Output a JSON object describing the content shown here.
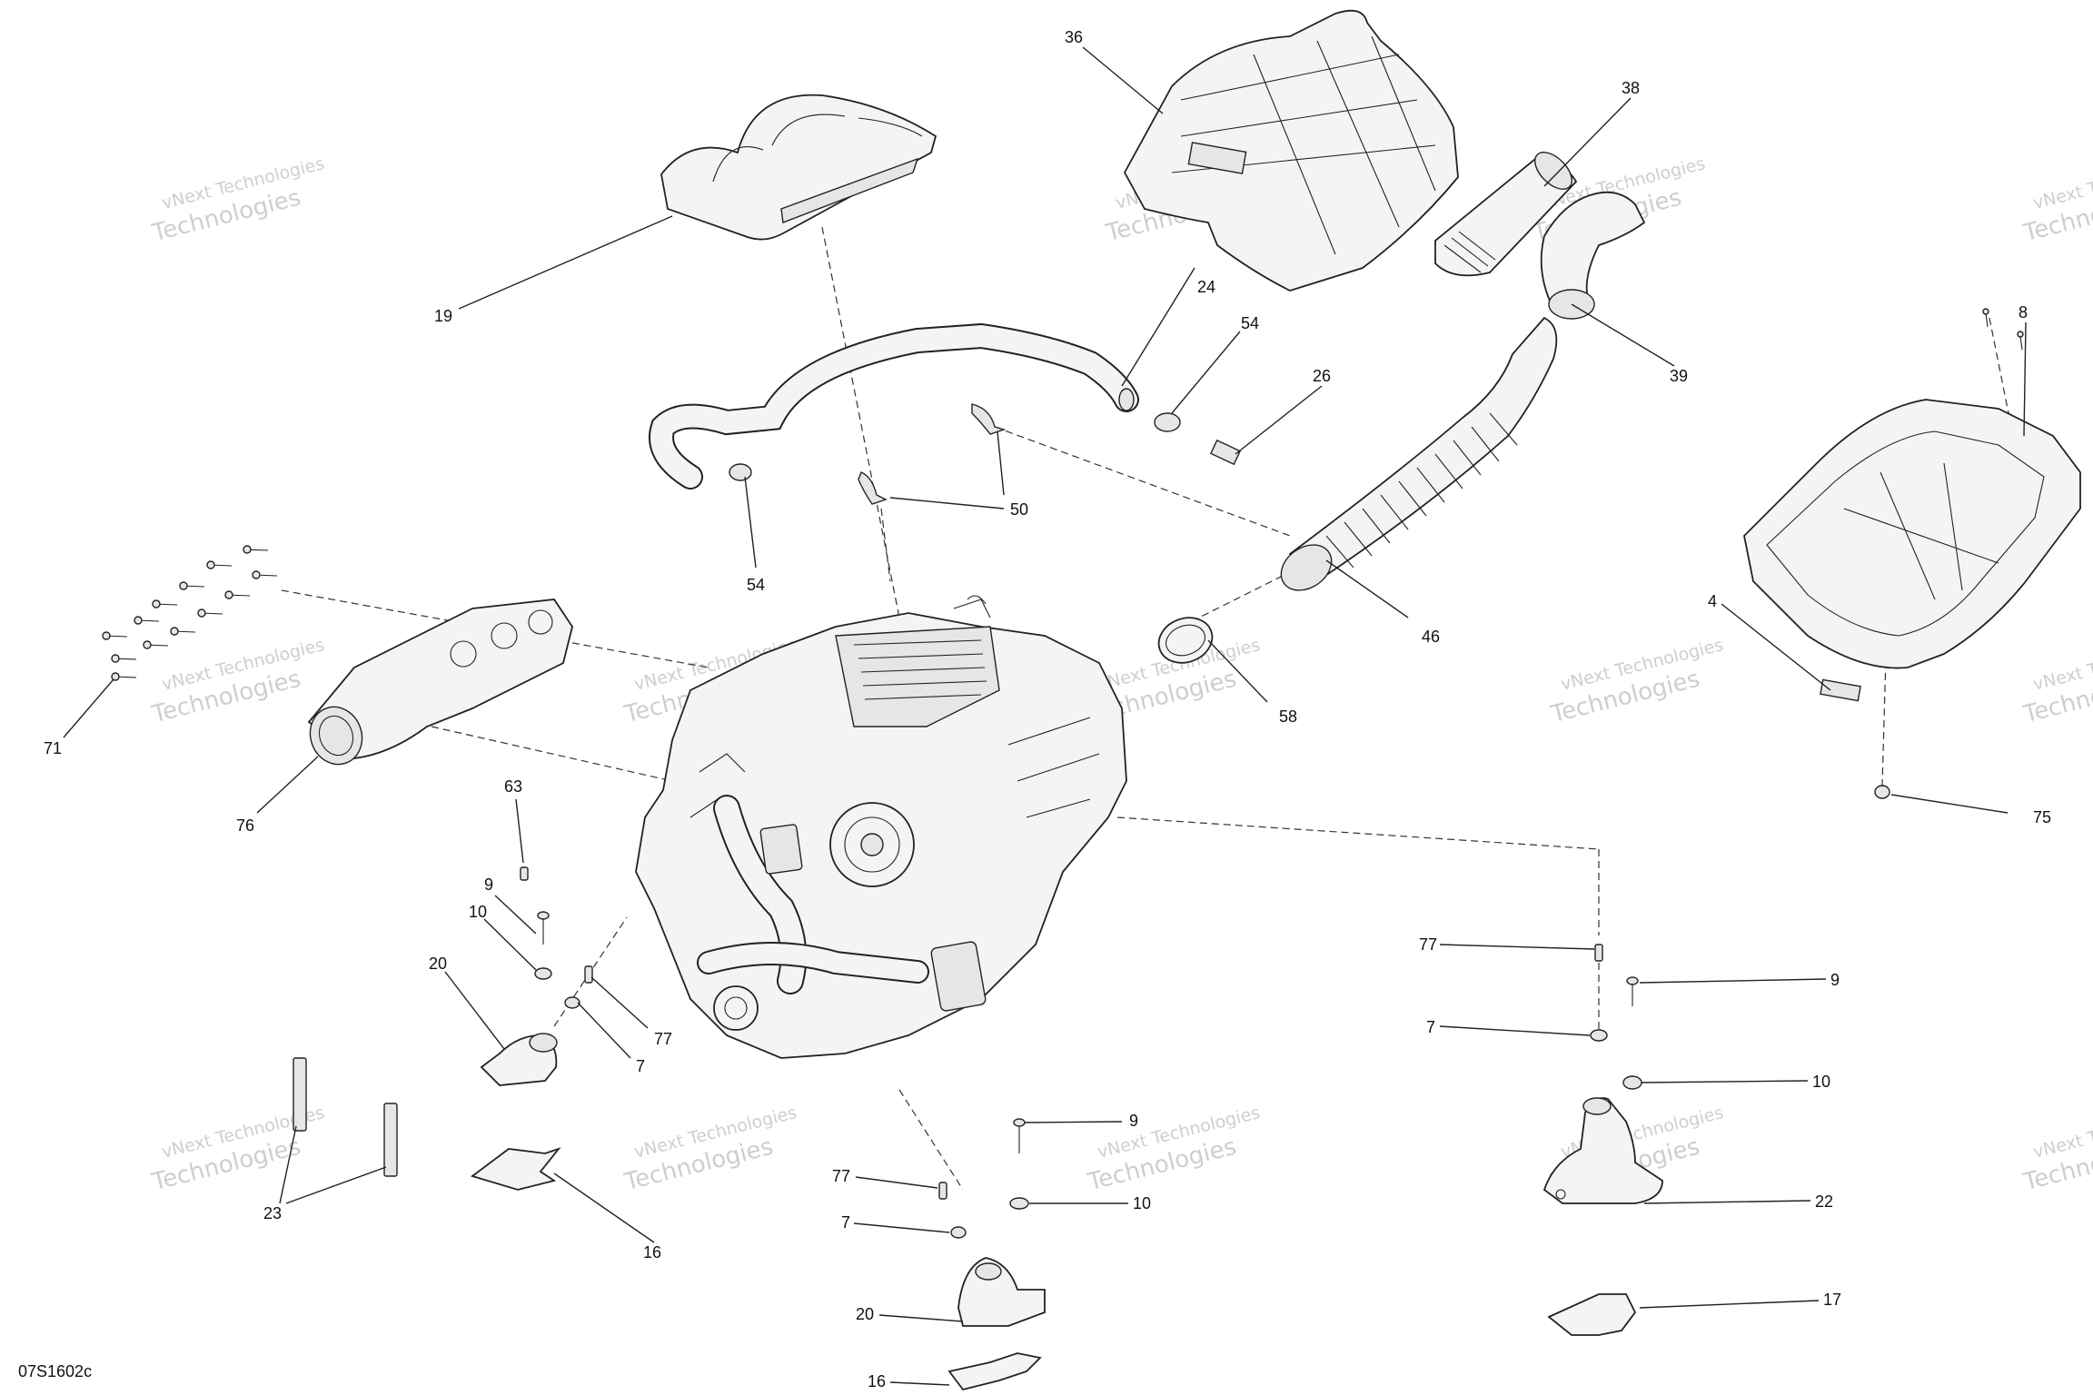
{
  "figure_code": "07S1602c",
  "watermark": {
    "line1": "vNext Technologies",
    "line2": "vNext",
    "line3": "Technologies"
  },
  "labels": [
    {
      "id": "l36",
      "text": "36"
    },
    {
      "id": "l38",
      "text": "38"
    },
    {
      "id": "l19",
      "text": "19"
    },
    {
      "id": "l24",
      "text": "24"
    },
    {
      "id": "l54a",
      "text": "54"
    },
    {
      "id": "l26",
      "text": "26"
    },
    {
      "id": "l39",
      "text": "39"
    },
    {
      "id": "l8",
      "text": "8"
    },
    {
      "id": "l50",
      "text": "50"
    },
    {
      "id": "l54b",
      "text": "54"
    },
    {
      "id": "l46",
      "text": "46"
    },
    {
      "id": "l4",
      "text": "4"
    },
    {
      "id": "l71",
      "text": "71"
    },
    {
      "id": "l58",
      "text": "58"
    },
    {
      "id": "l76",
      "text": "76"
    },
    {
      "id": "l63",
      "text": "63"
    },
    {
      "id": "l75",
      "text": "75"
    },
    {
      "id": "l9a",
      "text": "9"
    },
    {
      "id": "l10a",
      "text": "10"
    },
    {
      "id": "l20a",
      "text": "20"
    },
    {
      "id": "l77a",
      "text": "77"
    },
    {
      "id": "l7a",
      "text": "7"
    },
    {
      "id": "l77b",
      "text": "77"
    },
    {
      "id": "l9b",
      "text": "9"
    },
    {
      "id": "l7b",
      "text": "7"
    },
    {
      "id": "l10b",
      "text": "10"
    },
    {
      "id": "l22",
      "text": "22"
    },
    {
      "id": "l23",
      "text": "23"
    },
    {
      "id": "l16a",
      "text": "16"
    },
    {
      "id": "l9c",
      "text": "9"
    },
    {
      "id": "l10c",
      "text": "10"
    },
    {
      "id": "l77c",
      "text": "77"
    },
    {
      "id": "l7c",
      "text": "7"
    },
    {
      "id": "l20b",
      "text": "20"
    },
    {
      "id": "l17",
      "text": "17"
    },
    {
      "id": "l16b",
      "text": "16"
    }
  ]
}
